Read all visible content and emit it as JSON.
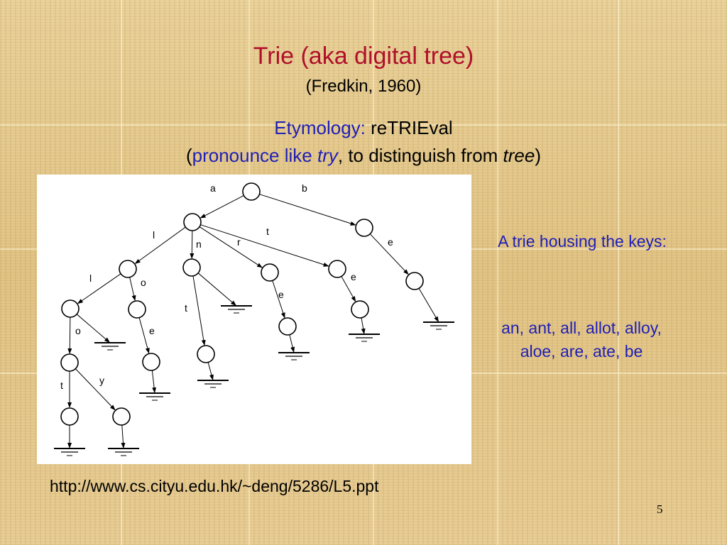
{
  "title": "Trie (aka digital tree)",
  "subtitle": "(Fredkin, 1960)",
  "etymology": {
    "label": "Etymology:",
    "word": "reTRIEval"
  },
  "pronounce": {
    "open": "(",
    "label": "pronounce like",
    "try_word": "try",
    "middle": ", to distinguish from",
    "tree_word": "tree",
    "close": ")"
  },
  "sidebar": {
    "caption": "A trie housing the keys:",
    "keys": "an, ant, all, allot, alloy, aloe, are, ate, be"
  },
  "source_url": "http://www.cs.cityu.edu.hk/~deng/5286/L5.ppt",
  "page_number": "5",
  "colors": {
    "title": "#b0102a",
    "accent": "#1f1fb5"
  },
  "trie": {
    "edge_labels": [
      "a",
      "b",
      "l",
      "n",
      "r",
      "t",
      "e",
      "l",
      "o",
      "t",
      "e",
      "e",
      "o",
      "e",
      "t",
      "y"
    ]
  }
}
